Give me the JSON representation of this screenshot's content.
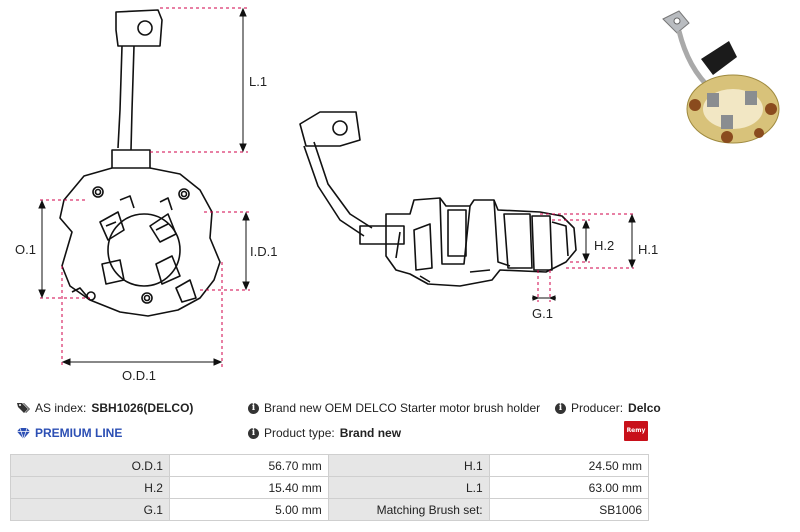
{
  "drawing": {
    "labels": {
      "l1": "L.1",
      "o1": "O.1",
      "id1": "I.D.1",
      "od1": "O.D.1",
      "h2": "H.2",
      "h1": "H.1",
      "g1": "G.1"
    }
  },
  "info": {
    "as_index_label": "AS index:",
    "as_index_value": "SBH1026(DELCO)",
    "premium_line": "PREMIUM LINE",
    "description": "Brand new OEM DELCO Starter motor brush holder",
    "product_type_label": "Product type:",
    "product_type_value": "Brand new",
    "producer_label": "Producer:",
    "producer_value": "Delco",
    "producer_logo_text": "Remy"
  },
  "specs": {
    "rows": [
      {
        "l1": "O.D.1",
        "v1": "56.70 mm",
        "l2": "H.1",
        "v2": "24.50 mm"
      },
      {
        "l1": "H.2",
        "v1": "15.40 mm",
        "l2": "L.1",
        "v2": "63.00 mm"
      },
      {
        "l1": "G.1",
        "v1": "5.00 mm",
        "l2": "Matching Brush set:",
        "v2": "SB1006"
      }
    ]
  },
  "colors": {
    "accent": "#2c4fb4",
    "dimension_line": "#d0004a",
    "table_label_bg": "#e6e6e6",
    "logo_red": "#c8101a"
  },
  "icons": {
    "as_index": "tags-icon",
    "premium": "diamond-icon",
    "info": "info-circle-icon"
  }
}
